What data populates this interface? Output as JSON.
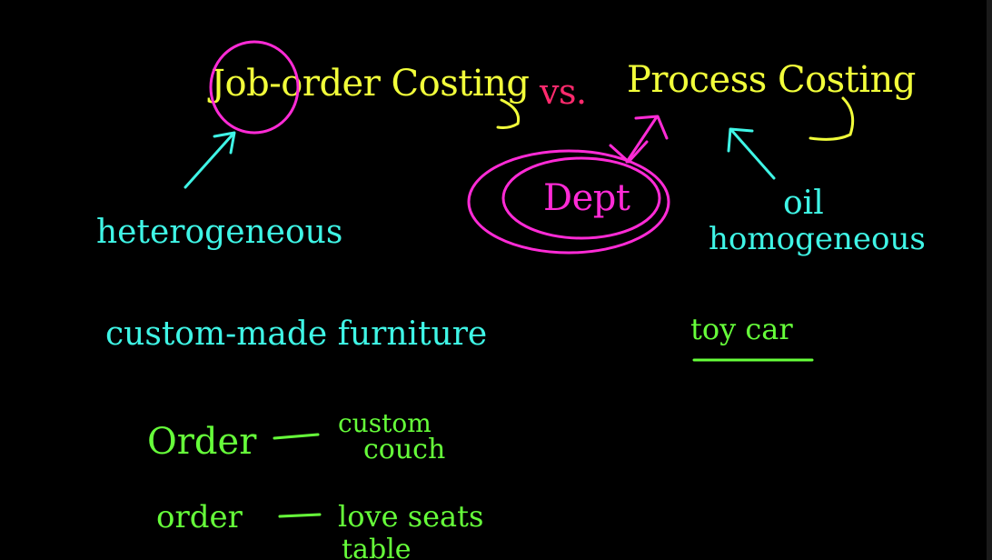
{
  "title": {
    "left": "Job-order Costing",
    "vs": "vs.",
    "right": "Process Costing"
  },
  "center": {
    "dept": "Dept"
  },
  "left_column": {
    "heterogeneous": "heterogeneous",
    "custom_made": "custom-made furniture",
    "order1_label": "Order",
    "order1_detail_line1": "custom",
    "order1_detail_line2": "couch",
    "order2_label": "order",
    "order2_detail_line1": "love seats",
    "order2_detail_line2": "table"
  },
  "right_column": {
    "oil": "oil",
    "homogeneous": "homogeneous",
    "toy_car": "toy car"
  },
  "colors": {
    "background": "#000000",
    "yellow": "#f2ff3a",
    "magenta": "#ff2bd6",
    "pink_red": "#ff2a6d",
    "cyan": "#3ff5e6",
    "green": "#66ff3a"
  }
}
